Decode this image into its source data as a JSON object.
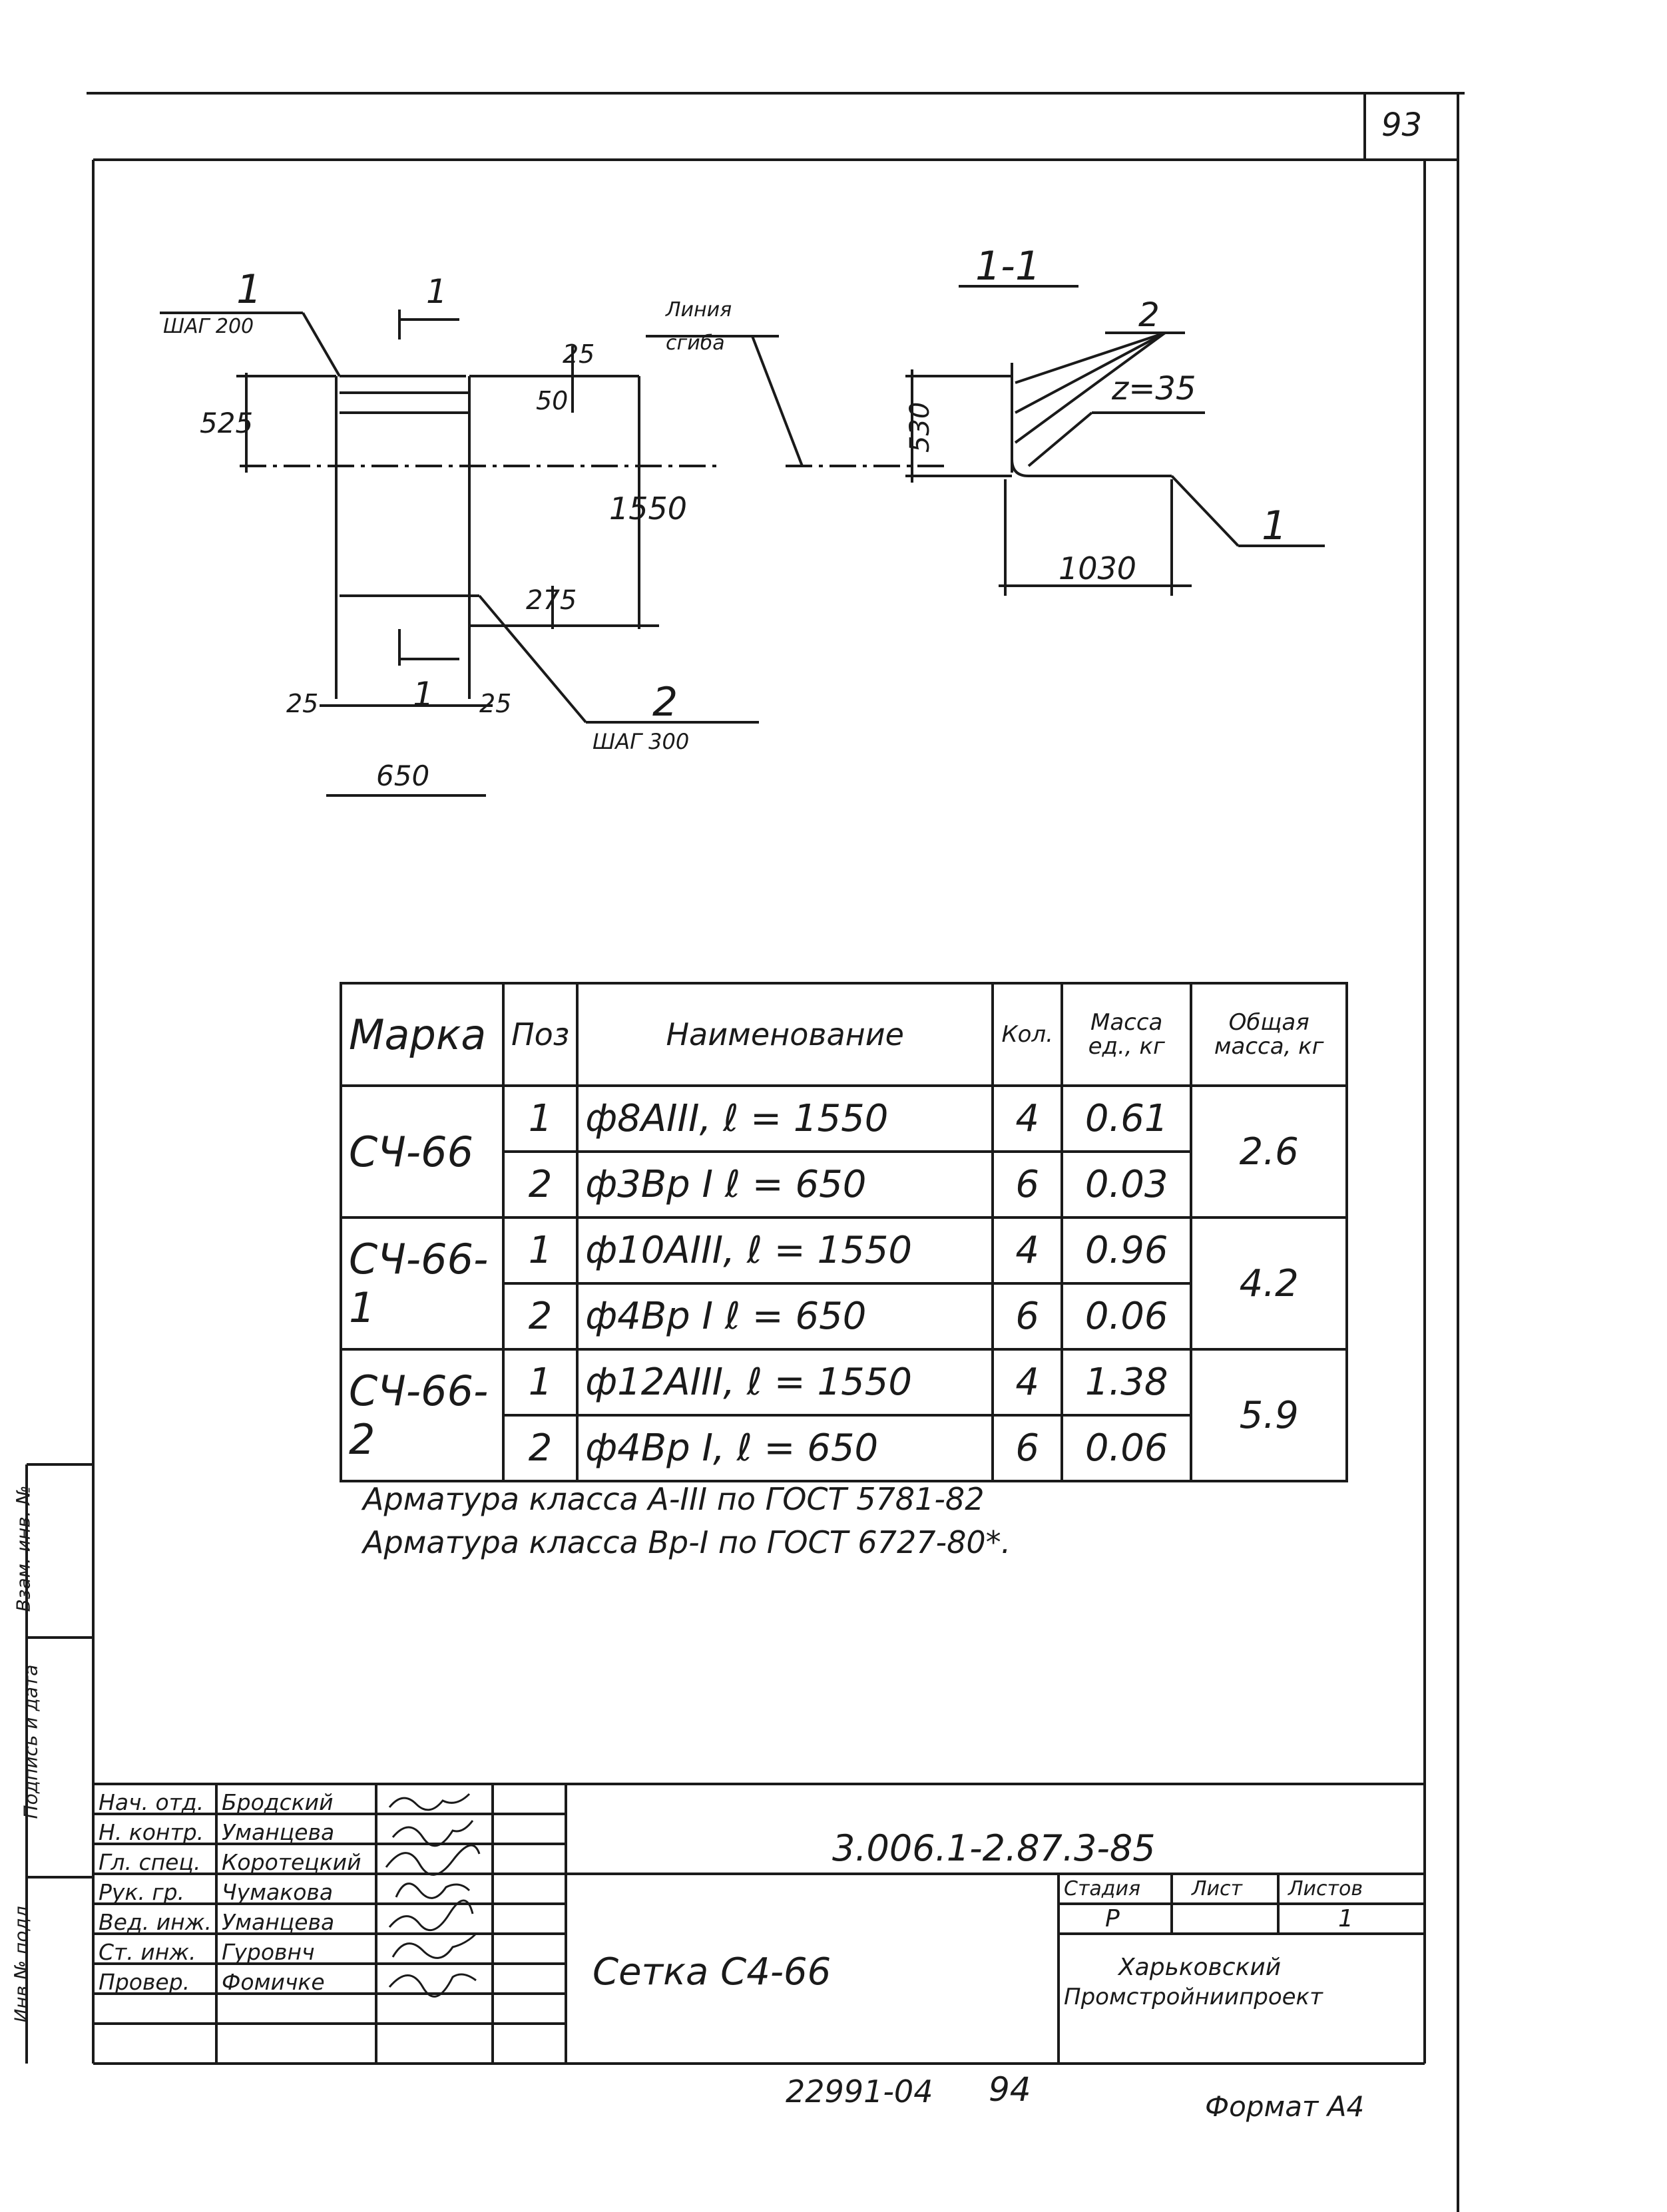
{
  "sheet_number": "93",
  "drawing": {
    "left_view": {
      "bar1_label": "1",
      "bar1_step": "ШАГ 200",
      "bar2_label": "2",
      "bar2_step": "ШАГ 300",
      "section_mark": "1",
      "dims": {
        "d525": "525",
        "d25_top": "25",
        "d50": "50",
        "d1550": "1550",
        "d275": "275",
        "d25_left": "25",
        "d25_right": "25",
        "d650": "650"
      }
    },
    "bend_line_label_1": "Линия",
    "bend_line_label_2": "сгиба",
    "section": {
      "title": "1-1",
      "pos2": "2",
      "z": "z=35",
      "pos1": "1",
      "d530": "530",
      "d1030": "1030"
    }
  },
  "table": {
    "headers": {
      "mark": "Марка",
      "pos": "Поз",
      "name": "Наименование",
      "qty": "Кол.",
      "unit_mass": "Масса ед., кг",
      "total_mass": "Общая масса, кг"
    },
    "groups": [
      {
        "mark": "СЧ-66",
        "total": "2.6",
        "rows": [
          {
            "pos": "1",
            "name": "ф8АIII,   ℓ = 1550",
            "qty": "4",
            "mass": "0.61"
          },
          {
            "pos": "2",
            "name": "ф3Вр I   ℓ = 650",
            "qty": "6",
            "mass": "0.03"
          }
        ]
      },
      {
        "mark": "СЧ-66-1",
        "total": "4.2",
        "rows": [
          {
            "pos": "1",
            "name": "ф10АIII,  ℓ = 1550",
            "qty": "4",
            "mass": "0.96"
          },
          {
            "pos": "2",
            "name": "ф4Вр I   ℓ = 650",
            "qty": "6",
            "mass": "0.06"
          }
        ]
      },
      {
        "mark": "СЧ-66-2",
        "total": "5.9",
        "rows": [
          {
            "pos": "1",
            "name": "ф12АIII,  ℓ = 1550",
            "qty": "4",
            "mass": "1.38"
          },
          {
            "pos": "2",
            "name": "ф4Вр I,  ℓ = 650",
            "qty": "6",
            "mass": "0.06"
          }
        ]
      }
    ]
  },
  "notes": [
    "Арматура класса А-III по ГОСТ 5781-82",
    "Арматура класса Вр-I по ГОСТ 6727-80*."
  ],
  "side_stamp": {
    "col1": "Инв.№ подл.",
    "col2": "Подпись и дата",
    "col3": "Взам. инв. №"
  },
  "title_block": {
    "roles": [
      "Нач. отд.",
      "Н. контр.",
      "Гл. спец.",
      "Рук. гр.",
      "Вед. инж.",
      "Ст. инж.",
      "Провер."
    ],
    "names": [
      "Бродский",
      "Уманцева",
      "Коротецкий",
      "Чумакова",
      "Уманцева",
      "Гуровнч",
      "Фомичке"
    ],
    "code": "3.006.1-2.87.3-85",
    "title": "Сетка  С4-66",
    "stage_label": "Стадия",
    "sheet_label": "Лист",
    "sheets_label": "Листов",
    "stage": "Р",
    "sheets": "1",
    "org_1": "Харьковский",
    "org_2": "Промстройниипроект"
  },
  "footer": {
    "doc_no": "22991-04",
    "page": "94",
    "format": "Формат А4"
  }
}
